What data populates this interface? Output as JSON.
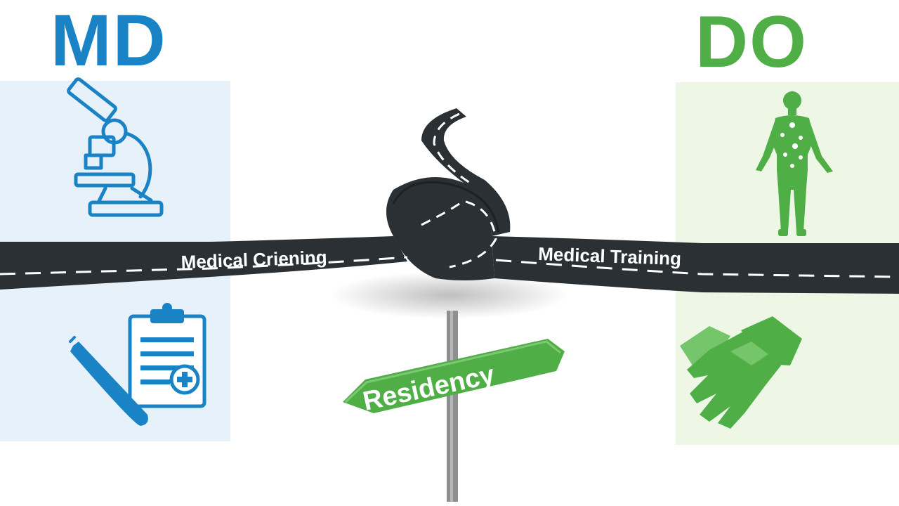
{
  "md": {
    "title": "MD",
    "color": "#1a83c6",
    "panel_color": "#e6f1fa"
  },
  "do": {
    "title": "DO",
    "color": "#4fae45",
    "panel_color": "#eef6e6"
  },
  "road": {
    "left_label": "Medical Criening",
    "right_label": "Medical Training",
    "color": "#2b3034"
  },
  "sign": {
    "label": "Residency",
    "color": "#4fae45"
  },
  "icons": [
    "microscope-icon",
    "clipboard-icon",
    "pen-icon",
    "human-body-icon",
    "handshake-icon"
  ]
}
